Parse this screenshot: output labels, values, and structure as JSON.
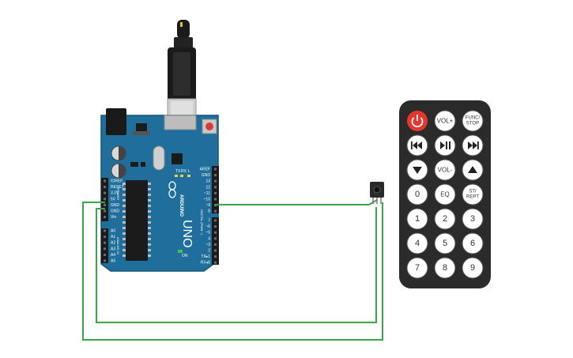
{
  "colors": {
    "board": "#1f6e9c",
    "board_edge": "#15567a",
    "wire": "#3aa64a",
    "remote_body": "#2b2b2b",
    "key_face": "#ffffff",
    "power_key": "#e5372f"
  },
  "arduino": {
    "logo_text": "ARDUINO",
    "model_text": "UNO",
    "on_label": "ON",
    "tx_label": "TX",
    "rx_label": "RX",
    "l_label": "L",
    "power_header_label": "POWER",
    "analog_header_label": "ANALOG IN",
    "digital_header_label": "DIGITAL (PWM ~)",
    "power_pins": [
      "IOREF",
      "RESET",
      "3.3V",
      "5V",
      "GND",
      "GND",
      "Vin"
    ],
    "analog_pins": [
      "A0",
      "A1",
      "A2",
      "A3",
      "A4",
      "A5"
    ],
    "digital_pins_upper": [
      "AREF",
      "GND",
      "13",
      "12",
      "~11",
      "~10",
      "~9",
      "8"
    ],
    "digital_pins_lower": [
      "7",
      "~6",
      "~5",
      "4",
      "~3",
      "2",
      "TX▸1",
      "RX◂0"
    ]
  },
  "ir_receiver": {
    "icon": "ir-receiver-icon"
  },
  "remote": {
    "power_icon": "power-icon",
    "row1": [
      "VOL+",
      "FUNC/\nSTOP"
    ],
    "row2_icons": [
      "skip-back-icon",
      "play-pause-icon",
      "skip-forward-icon"
    ],
    "row3": [
      "VOL-"
    ],
    "row3_icons": [
      "down-arrow-icon",
      "up-arrow-icon"
    ],
    "row4": [
      "0",
      "EQ",
      "ST/\nREPT"
    ],
    "digits": [
      "1",
      "2",
      "3",
      "4",
      "5",
      "6",
      "7",
      "8",
      "9"
    ]
  }
}
